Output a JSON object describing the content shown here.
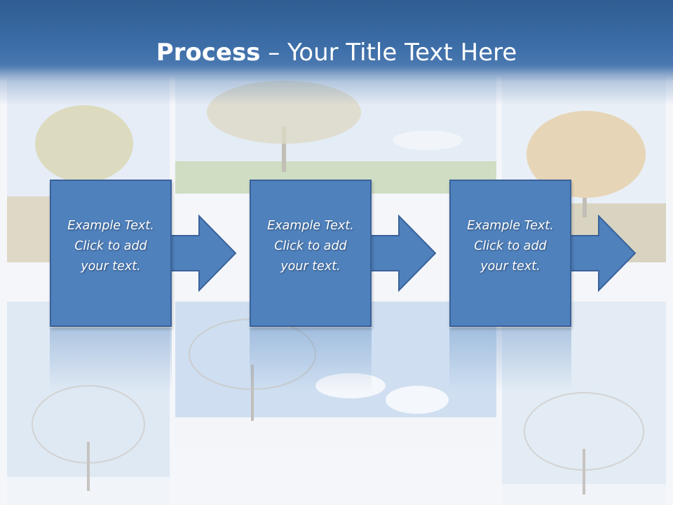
{
  "slide": {
    "title_bold": "Process",
    "title_rest": " – Your Title Text Here"
  },
  "steps": [
    {
      "text": "Example Text.\nClick  to add\nyour text."
    },
    {
      "text": "Example Text.\nClick  to add\nyour text."
    },
    {
      "text": "Example Text.\nClick  to add\nyour text."
    }
  ],
  "colors": {
    "header": "#3d6ea8",
    "box_fill": "#4f81bd",
    "box_border": "#3a629a"
  }
}
